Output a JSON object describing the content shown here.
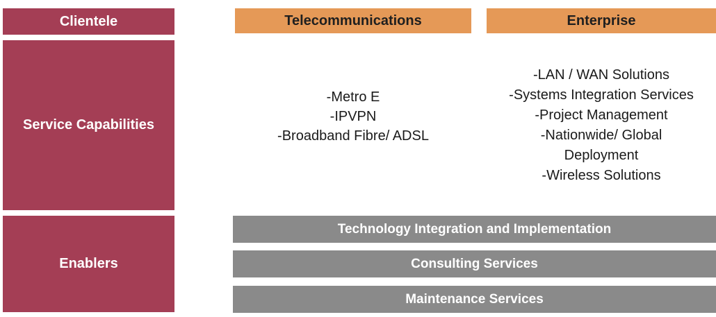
{
  "colors": {
    "maroon": "#A43E55",
    "orange": "#E59957",
    "gray": "#8A8A8A",
    "list_text": "#1A1A1A"
  },
  "row_labels": {
    "clientele": "Clientele",
    "service_capabilities": "Service Capabilities",
    "enablers": "Enablers"
  },
  "columns": [
    {
      "header": "Telecommunications",
      "items": [
        "-Metro E",
        "-IPVPN",
        "-Broadband Fibre/ ADSL"
      ]
    },
    {
      "header": "Enterprise",
      "items": [
        "-LAN / WAN Solutions",
        "-Systems Integration Services",
        "-Project Management",
        "-Nationwide/ Global\nDeployment",
        "-Wireless Solutions"
      ]
    }
  ],
  "enabler_bars": [
    "Technology Integration and Implementation",
    "Consulting Services",
    "Maintenance Services"
  ]
}
